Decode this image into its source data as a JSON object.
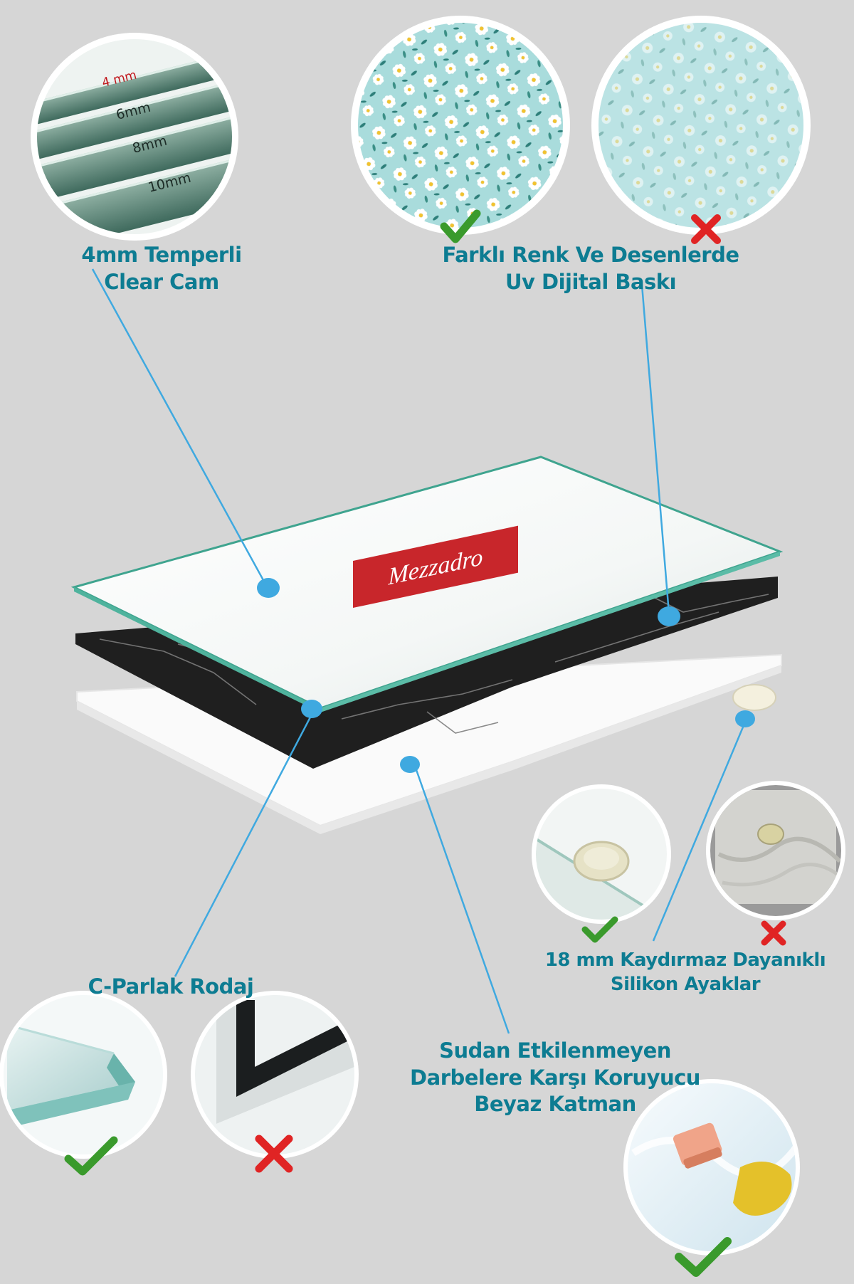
{
  "labels": {
    "glass": [
      "4mm Temperli",
      "Clear Cam"
    ],
    "print": [
      "Farklı Renk Ve Desenlerde",
      "Uv Dijital Baskı"
    ],
    "edge": "C-Parlak Rodaj",
    "feet": [
      "18 mm Kaydırmaz Dayanıklı",
      "Silikon Ayaklar"
    ],
    "layer": [
      "Sudan Etkilenmeyen",
      "Darbelere Karşı Koruyucu",
      "Beyaz Katman"
    ]
  },
  "thickness_tags": [
    "4 mm",
    "6mm",
    "8mm",
    "10mm"
  ],
  "brand": "Mezzadro",
  "icons": {
    "good": "check-mark-icon",
    "bad": "cross-mark-icon"
  },
  "colors": {
    "label": "#0d7c92",
    "pointer": "#3fa9e0",
    "check": "#3a9a2c",
    "cross": "#e02424",
    "brand": "#c8262b",
    "background": "#d6d6d6"
  }
}
